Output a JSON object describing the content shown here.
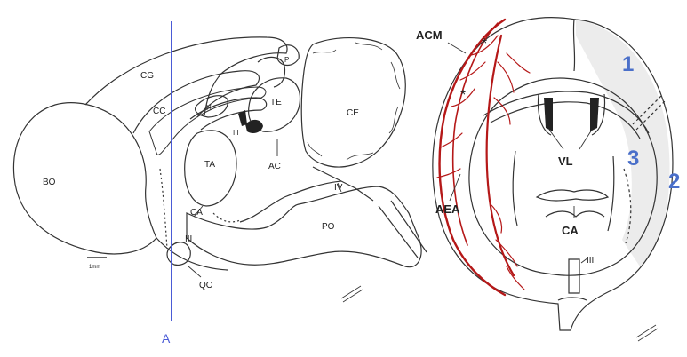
{
  "colors": {
    "outline": "#333333",
    "section_line": "#4a5bd6",
    "artery": "#b51818",
    "region_number": "#4a6fc9",
    "background": "#ffffff"
  },
  "sagittal_panel": {
    "labels": {
      "cg": "CG",
      "cc": "CC",
      "bo": "BO",
      "h": "H",
      "p": "P",
      "te": "TE",
      "ce": "CE",
      "ta": "TA",
      "ac": "AC",
      "ca": "CA",
      "iii": "III",
      "iv": "IV",
      "po": "PO",
      "qo": "QO",
      "scale": "1mm"
    },
    "section_line_label": "A"
  },
  "coronal_panel": {
    "labels": {
      "acm": "ACM",
      "aea": "AEA",
      "vl": "VL",
      "ca": "CA",
      "iii": "III",
      "star": "*"
    },
    "region_numbers": {
      "r1": "1",
      "r2": "2",
      "r3": "3"
    }
  }
}
